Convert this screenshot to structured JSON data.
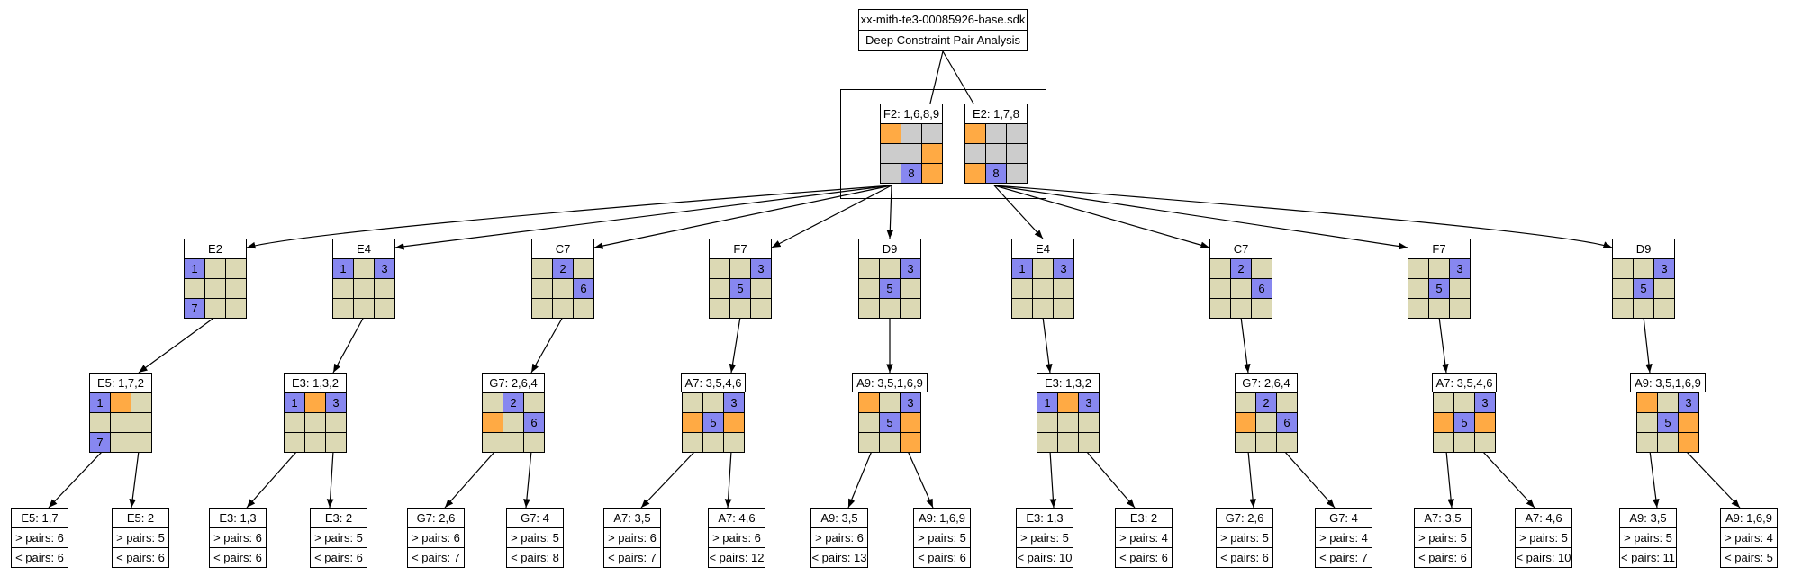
{
  "root": {
    "file": "xx-mith-te3-00085926-base.sdk",
    "subtitle": "Deep Constraint Pair Analysis"
  },
  "level1": [
    {
      "label": "F2: 1,6,8,9",
      "cells": [
        "o:",
        "g:",
        "g:",
        "g:",
        "g:",
        "o:",
        "g:",
        "b:8",
        "o:"
      ]
    },
    {
      "label": "E2: 1,7,8",
      "cells": [
        "o:",
        "g:",
        "g:",
        "g:",
        "g:",
        "g:",
        "o:",
        "b:8",
        "g:"
      ]
    }
  ],
  "level2": [
    {
      "label": "E2",
      "cells": [
        "b:1",
        "n:",
        "n:",
        "n:",
        "n:",
        "n:",
        "b:7",
        "n:",
        "n:"
      ]
    },
    {
      "label": "E4",
      "cells": [
        "b:1",
        "n:",
        "b:3",
        "n:",
        "n:",
        "n:",
        "n:",
        "n:",
        "n:"
      ]
    },
    {
      "label": "C7",
      "cells": [
        "n:",
        "b:2",
        "n:",
        "n:",
        "n:",
        "b:6",
        "n:",
        "n:",
        "n:"
      ]
    },
    {
      "label": "F7",
      "cells": [
        "n:",
        "n:",
        "b:3",
        "n:",
        "b:5",
        "n:",
        "n:",
        "n:",
        "n:"
      ]
    },
    {
      "label": "D9",
      "cells": [
        "n:",
        "n:",
        "b:3",
        "n:",
        "b:5",
        "n:",
        "n:",
        "n:",
        "n:"
      ]
    },
    {
      "label": "E4",
      "cells": [
        "b:1",
        "n:",
        "b:3",
        "n:",
        "n:",
        "n:",
        "n:",
        "n:",
        "n:"
      ]
    },
    {
      "label": "C7",
      "cells": [
        "n:",
        "b:2",
        "n:",
        "n:",
        "n:",
        "b:6",
        "n:",
        "n:",
        "n:"
      ]
    },
    {
      "label": "F7",
      "cells": [
        "n:",
        "n:",
        "b:3",
        "n:",
        "b:5",
        "n:",
        "n:",
        "n:",
        "n:"
      ]
    },
    {
      "label": "D9",
      "cells": [
        "n:",
        "n:",
        "b:3",
        "n:",
        "b:5",
        "n:",
        "n:",
        "n:",
        "n:"
      ]
    }
  ],
  "level3": [
    {
      "label": "E5: 1,7,2",
      "cells": [
        "b:1",
        "o:",
        "n:",
        "n:",
        "n:",
        "n:",
        "b:7",
        "n:",
        "n:"
      ]
    },
    {
      "label": "E3: 1,3,2",
      "cells": [
        "b:1",
        "o:",
        "b:3",
        "n:",
        "n:",
        "n:",
        "n:",
        "n:",
        "n:"
      ]
    },
    {
      "label": "G7: 2,6,4",
      "cells": [
        "n:",
        "b:2",
        "n:",
        "o:",
        "n:",
        "b:6",
        "n:",
        "n:",
        "n:"
      ]
    },
    {
      "label": "A7: 3,5,4,6",
      "cells": [
        "n:",
        "n:",
        "b:3",
        "o:",
        "b:5",
        "o:",
        "n:",
        "n:",
        "n:"
      ]
    },
    {
      "label": "A9: 3,5,1,6,9",
      "cells": [
        "o:",
        "n:",
        "b:3",
        "n:",
        "b:5",
        "o:",
        "n:",
        "n:",
        "o:"
      ]
    },
    {
      "label": "E3: 1,3,2",
      "cells": [
        "b:1",
        "o:",
        "b:3",
        "n:",
        "n:",
        "n:",
        "n:",
        "n:",
        "n:"
      ]
    },
    {
      "label": "G7: 2,6,4",
      "cells": [
        "n:",
        "b:2",
        "n:",
        "o:",
        "n:",
        "b:6",
        "n:",
        "n:",
        "n:"
      ]
    },
    {
      "label": "A7: 3,5,4,6",
      "cells": [
        "n:",
        "n:",
        "b:3",
        "o:",
        "b:5",
        "o:",
        "n:",
        "n:",
        "n:"
      ]
    },
    {
      "label": "A9: 3,5,1,6,9",
      "cells": [
        "o:",
        "n:",
        "b:3",
        "n:",
        "b:5",
        "o:",
        "n:",
        "n:",
        "o:"
      ]
    }
  ],
  "leaves": [
    {
      "label": "E5: 1,7",
      "gt": "> pairs: 6",
      "lt": "< pairs: 6"
    },
    {
      "label": "E5: 2",
      "gt": "> pairs: 5",
      "lt": "< pairs: 6"
    },
    {
      "label": "E3: 1,3",
      "gt": "> pairs: 6",
      "lt": "< pairs: 6"
    },
    {
      "label": "E3: 2",
      "gt": "> pairs: 5",
      "lt": "< pairs: 6"
    },
    {
      "label": "G7: 2,6",
      "gt": "> pairs: 6",
      "lt": "< pairs: 7"
    },
    {
      "label": "G7: 4",
      "gt": "> pairs: 5",
      "lt": "< pairs: 8"
    },
    {
      "label": "A7: 3,5",
      "gt": "> pairs: 6",
      "lt": "< pairs: 7"
    },
    {
      "label": "A7: 4,6",
      "gt": "> pairs: 6",
      "lt": "< pairs: 12"
    },
    {
      "label": "A9: 3,5",
      "gt": "> pairs: 6",
      "lt": "< pairs: 13"
    },
    {
      "label": "A9: 1,6,9",
      "gt": "> pairs: 5",
      "lt": "< pairs: 6"
    },
    {
      "label": "E3: 1,3",
      "gt": "> pairs: 5",
      "lt": "< pairs: 10"
    },
    {
      "label": "E3: 2",
      "gt": "> pairs: 4",
      "lt": "< pairs: 6"
    },
    {
      "label": "G7: 2,6",
      "gt": "> pairs: 5",
      "lt": "< pairs: 6"
    },
    {
      "label": "G7: 4",
      "gt": "> pairs: 4",
      "lt": "< pairs: 7"
    },
    {
      "label": "A7: 3,5",
      "gt": "> pairs: 5",
      "lt": "< pairs: 6"
    },
    {
      "label": "A7: 4,6",
      "gt": "> pairs: 5",
      "lt": "< pairs: 10"
    },
    {
      "label": "A9: 3,5",
      "gt": "> pairs: 5",
      "lt": "< pairs: 11"
    },
    {
      "label": "A9: 1,6,9",
      "gt": "> pairs: 4",
      "lt": "< pairs: 5"
    }
  ],
  "colors": {
    "neutral": "#dcd9b4",
    "gray": "#cccccc",
    "blue": "#8787f0",
    "orange": "#ffaa44"
  }
}
